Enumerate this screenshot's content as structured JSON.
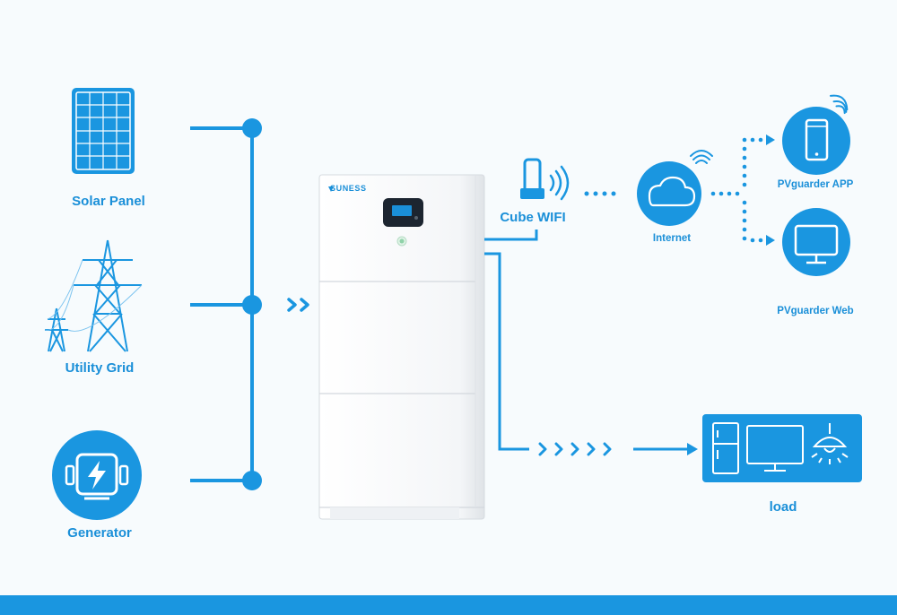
{
  "colors": {
    "accent": "#1a96e0",
    "background": "#f7fbfd",
    "cabinet": "#ffffff",
    "screen": "#1a8fd8"
  },
  "sources": [
    {
      "label": "Solar Panel",
      "icon": "solar-panel-icon"
    },
    {
      "label": "Utility Grid",
      "icon": "transmission-tower-icon"
    },
    {
      "label": "Generator",
      "icon": "generator-icon"
    }
  ],
  "battery": {
    "brand": "SUNESS",
    "icon": "battery-cabinet-icon"
  },
  "wifi": {
    "label": "Cube WIFI",
    "icon": "wifi-dongle-icon"
  },
  "internet": {
    "label": "Internet",
    "icon": "cloud-icon"
  },
  "monitoring": [
    {
      "label": "PVguarder APP",
      "icon": "smartphone-icon"
    },
    {
      "label": "PVguarder Web",
      "icon": "monitor-icon"
    }
  ],
  "load": {
    "label": "load",
    "icons": [
      "refrigerator-icon",
      "tv-icon",
      "ceiling-lamp-icon"
    ]
  }
}
